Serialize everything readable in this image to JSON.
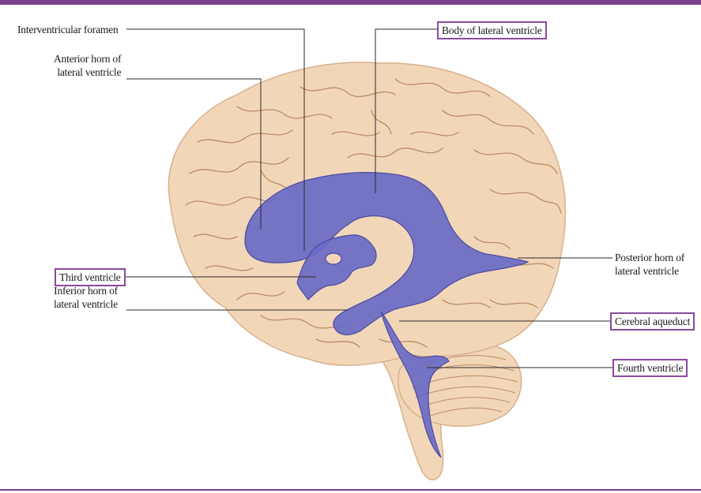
{
  "colors": {
    "frame": "#7b3f8e",
    "label_box": "#8b4a9c",
    "brain_fill": "#f2d6b8",
    "brain_shadow": "#d9b08c",
    "gyri_line": "#b98b64",
    "ventricle_fill": "#6a6ac4",
    "ventricle_edge": "#4a4aa0",
    "leader_line": "#2a2a2a"
  },
  "labels": {
    "interventricular_foramen": "Interventricular foramen",
    "anterior_horn_line1": "Anterior horn of",
    "anterior_horn_line2": "lateral ventricle",
    "body_lateral_ventricle": "Body of lateral ventricle",
    "third_ventricle": "Third ventricle",
    "inferior_horn_line1": "Inferior horn of",
    "inferior_horn_line2": "lateral ventricle",
    "posterior_horn_line1": "Posterior horn of",
    "posterior_horn_line2": "lateral ventricle",
    "cerebral_aqueduct": "Cerebral aqueduct",
    "fourth_ventricle": "Fourth ventricle"
  }
}
